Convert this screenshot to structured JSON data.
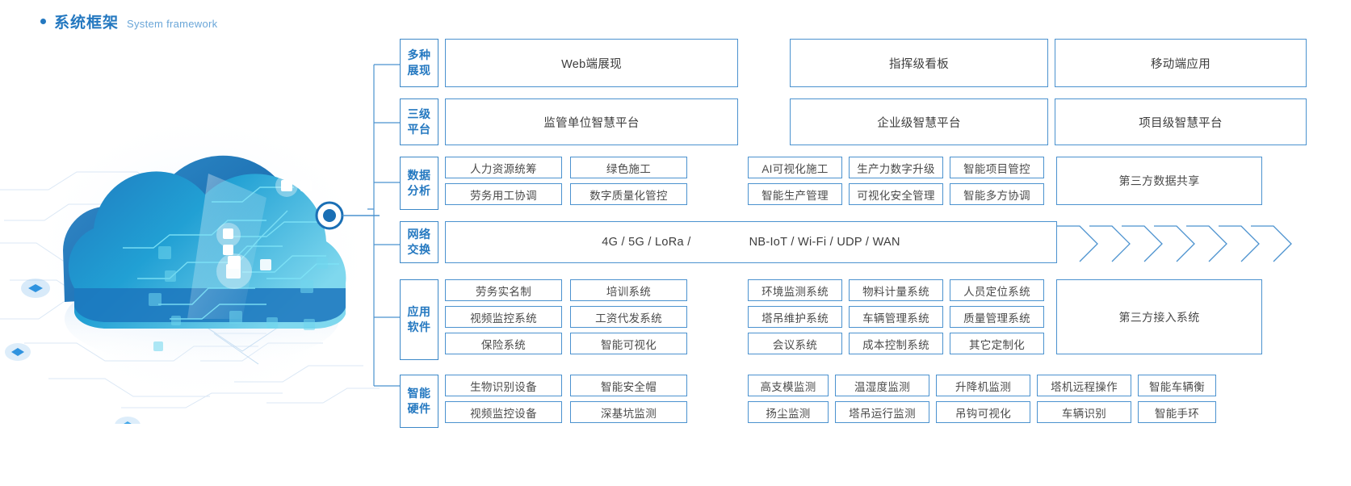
{
  "heading": {
    "title_cn": "系统框架",
    "title_en": "System framework",
    "accent": "#2478c0"
  },
  "illustration": {
    "name": "cloud-network-illustration",
    "colors": {
      "dark_blue": "#1f6fb2",
      "mid_blue": "#1f8fd0",
      "cyan": "#54c8e8",
      "node": "#1a6fb5"
    }
  },
  "diagram": {
    "border_color": "#4b92cf",
    "label_color": "#2478c0",
    "text_color": "#4a4a4a",
    "rows": [
      {
        "label": "多种展现",
        "label_lines": [
          "多种",
          "展现"
        ],
        "type": "wide",
        "cells": [
          "Web端展现",
          "指挥级看板",
          "移动端应用"
        ]
      },
      {
        "label": "三级平台",
        "label_lines": [
          "三级",
          "平台"
        ],
        "type": "wide",
        "cells": [
          "监管单位智慧平台",
          "企业级智慧平台",
          "项目级智慧平台"
        ]
      },
      {
        "label": "数据分析",
        "label_lines": [
          "数据",
          "分析"
        ],
        "type": "grid",
        "left_group": [
          [
            "人力资源统筹",
            "绿色施工"
          ],
          [
            "劳务用工协调",
            "数字质量化管控"
          ]
        ],
        "mid_group": [
          [
            "AI可视化施工",
            "生产力数字升级",
            "智能项目管控"
          ],
          [
            "智能生产管理",
            "可视化安全管理",
            "智能多方协调"
          ]
        ],
        "right_box": "第三方数据共享"
      },
      {
        "label": "网络交换",
        "label_lines": [
          "网络",
          "交换"
        ],
        "type": "network",
        "text_left": "4G / 5G / LoRa /",
        "text_right": "NB-IoT / Wi-Fi / UDP / WAN",
        "chevron_count": 7
      },
      {
        "label": "应用软件",
        "label_lines": [
          "应用",
          "软件"
        ],
        "type": "grid",
        "left_group": [
          [
            "劳务实名制",
            "培训系统"
          ],
          [
            "视频监控系统",
            "工资代发系统"
          ],
          [
            "保险系统",
            "智能可视化"
          ]
        ],
        "mid_group": [
          [
            "环境监测系统",
            "物料计量系统",
            "人员定位系统"
          ],
          [
            "塔吊维护系统",
            "车辆管理系统",
            "质量管理系统"
          ],
          [
            "会议系统",
            "成本控制系统",
            "其它定制化"
          ]
        ],
        "right_box": "第三方接入系统"
      },
      {
        "label": "智能硬件",
        "label_lines": [
          "智能",
          "硬件"
        ],
        "type": "hardware",
        "left_group": [
          [
            "生物识别设备",
            "智能安全帽"
          ],
          [
            "视频监控设备",
            "深基坑监测"
          ]
        ],
        "mid_group": [
          [
            "高支模监测",
            "温湿度监测",
            "升降机监测",
            "塔机远程操作",
            "智能车辆衡"
          ],
          [
            "扬尘监测",
            "塔吊运行监测",
            "吊钩可视化",
            "车辆识别",
            "智能手环"
          ]
        ]
      }
    ]
  }
}
